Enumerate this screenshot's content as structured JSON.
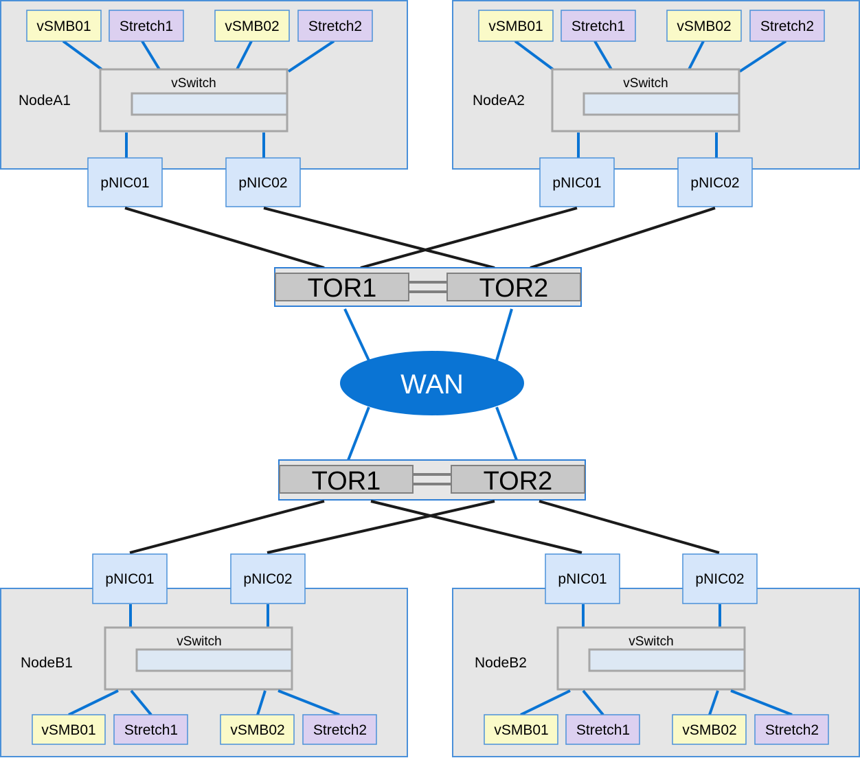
{
  "nodes": {
    "a1": {
      "name": "NodeA1",
      "vswitch": "vSwitch",
      "pnic1": "pNIC01",
      "pnic2": "pNIC02",
      "vnics": [
        "vSMB01",
        "Stretch1",
        "vSMB02",
        "Stretch2"
      ]
    },
    "a2": {
      "name": "NodeA2",
      "vswitch": "vSwitch",
      "pnic1": "pNIC01",
      "pnic2": "pNIC02",
      "vnics": [
        "vSMB01",
        "Stretch1",
        "vSMB02",
        "Stretch2"
      ]
    },
    "b1": {
      "name": "NodeB1",
      "vswitch": "vSwitch",
      "pnic1": "pNIC01",
      "pnic2": "pNIC02",
      "vnics": [
        "vSMB01",
        "Stretch1",
        "vSMB02",
        "Stretch2"
      ]
    },
    "b2": {
      "name": "NodeB2",
      "vswitch": "vSwitch",
      "pnic1": "pNIC01",
      "pnic2": "pNIC02",
      "vnics": [
        "vSMB01",
        "Stretch1",
        "vSMB02",
        "Stretch2"
      ]
    }
  },
  "top_switches": {
    "tor1": "TOR1",
    "tor2": "TOR2"
  },
  "bottom_switches": {
    "tor1": "TOR1",
    "tor2": "TOR2"
  },
  "wan": "WAN",
  "colors": {
    "node_bg": "#e6e6e6",
    "link_blue": "#0a74d4",
    "link_black": "#1a1a1a",
    "pnic_fill": "#d6e6fa",
    "vsmb_fill": "#fafac8",
    "stretch_fill": "#dcd0f0",
    "wan_fill": "#0a74d4"
  }
}
